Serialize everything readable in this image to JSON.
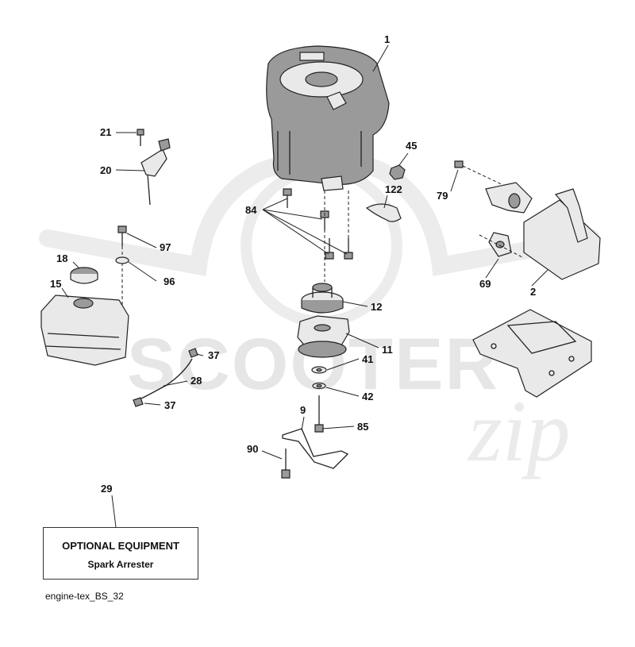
{
  "watermark": {
    "brand": "SCOOTER",
    "suffix": "zip"
  },
  "callouts": [
    {
      "id": "c1",
      "label": "1"
    },
    {
      "id": "c2",
      "label": "2"
    },
    {
      "id": "c9",
      "label": "9"
    },
    {
      "id": "c11",
      "label": "11"
    },
    {
      "id": "c12",
      "label": "12"
    },
    {
      "id": "c15",
      "label": "15"
    },
    {
      "id": "c18",
      "label": "18"
    },
    {
      "id": "c20",
      "label": "20"
    },
    {
      "id": "c21",
      "label": "21"
    },
    {
      "id": "c28",
      "label": "28"
    },
    {
      "id": "c29",
      "label": "29"
    },
    {
      "id": "c37a",
      "label": "37"
    },
    {
      "id": "c37b",
      "label": "37"
    },
    {
      "id": "c41",
      "label": "41"
    },
    {
      "id": "c42",
      "label": "42"
    },
    {
      "id": "c45",
      "label": "45"
    },
    {
      "id": "c69",
      "label": "69"
    },
    {
      "id": "c79",
      "label": "79"
    },
    {
      "id": "c84",
      "label": "84"
    },
    {
      "id": "c85",
      "label": "85"
    },
    {
      "id": "c90",
      "label": "90"
    },
    {
      "id": "c96",
      "label": "96"
    },
    {
      "id": "c97",
      "label": "97"
    },
    {
      "id": "c122",
      "label": "122"
    }
  ],
  "optional_box": {
    "title": "OPTIONAL EQUIPMENT",
    "item": "Spark Arrester"
  },
  "diagram_ref": "engine-tex_BS_32"
}
